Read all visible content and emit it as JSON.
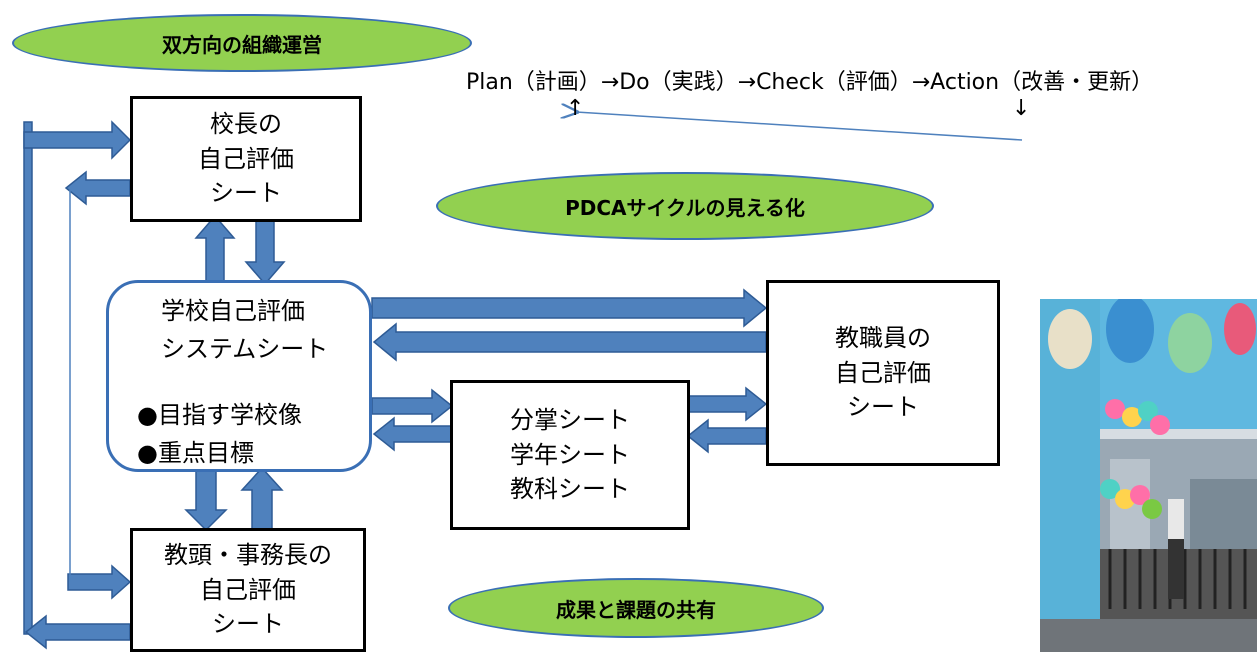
{
  "ellipses": {
    "bidirectional": "双方向の組織運営",
    "pdca_visible": "PDCAサイクルの見える化",
    "share": "成果と課題の共有"
  },
  "pdca": {
    "line": "Plan（計画）→Do（実践）→Check（評価）→Action（改善・更新）",
    "up_arrow": "↑",
    "down_arrow": "↓"
  },
  "principal": {
    "lines": [
      "校長の",
      "自己評価",
      "シート"
    ]
  },
  "school_system": {
    "lines": [
      "学校自己評価",
      "システムシート"
    ],
    "bullets": [
      "●目指す学校像",
      "●重点目標"
    ]
  },
  "vice": {
    "lines": [
      "教頭・事務長の",
      "自己評価",
      "シート"
    ]
  },
  "staff": {
    "lines": [
      "教職員の",
      "自己評価",
      "シート"
    ]
  },
  "division": {
    "lines": [
      "分掌シート",
      "学年シート",
      "教科シート"
    ]
  },
  "colors": {
    "arrow_fill": "#4f81bd",
    "arrow_stroke": "#2e5b95",
    "ellipse_fill": "#92d050"
  }
}
